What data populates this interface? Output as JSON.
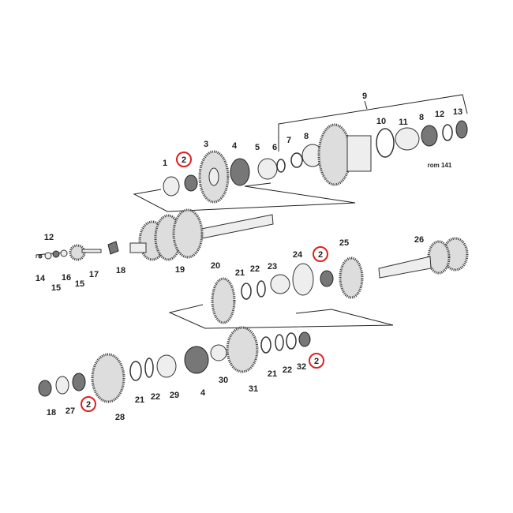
{
  "diagram": {
    "code": "rom 141",
    "highlight_color": "#e02020",
    "upper_group": {
      "labels": [
        "1",
        "2",
        "3",
        "4",
        "5",
        "6",
        "7",
        "8",
        "9",
        "10",
        "11",
        "8",
        "12",
        "13"
      ]
    },
    "countershaft_group": {
      "labels": [
        "12",
        "14",
        "15",
        "16",
        "15",
        "17",
        "18",
        "19"
      ]
    },
    "middle_group": {
      "labels": [
        "20",
        "21",
        "22",
        "23",
        "24",
        "2",
        "25",
        "26"
      ]
    },
    "lower_group": {
      "labels": [
        "18",
        "27",
        "2",
        "28",
        "21",
        "22",
        "29",
        "4",
        "30",
        "31",
        "21",
        "22",
        "32",
        "2"
      ]
    }
  }
}
